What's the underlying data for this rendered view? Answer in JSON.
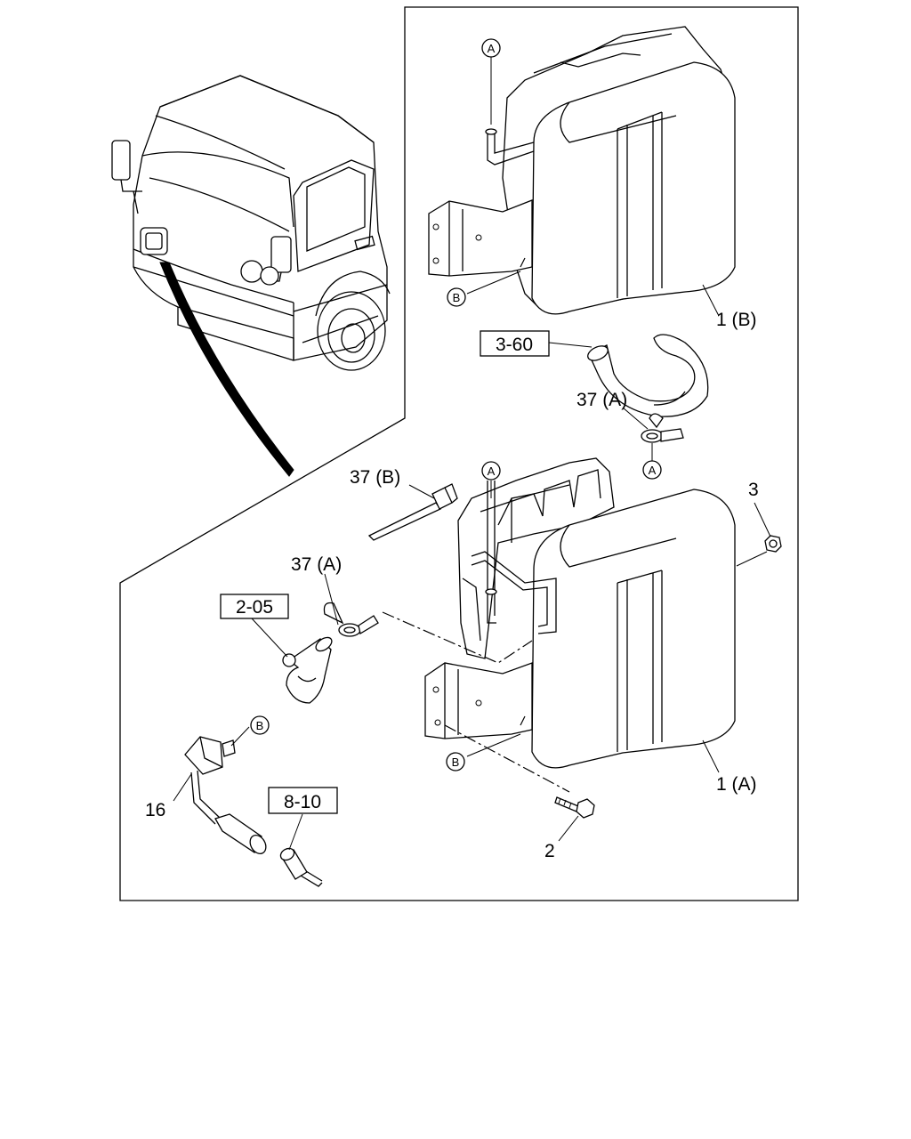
{
  "labels": {
    "part_1a": "1 (A)",
    "part_1b": "1 (B)",
    "part_2": "2",
    "part_3": "3",
    "part_16": "16",
    "part_37a_top": "37 (A)",
    "part_37a_left": "37 (A)",
    "part_37b": "37 (B)"
  },
  "refs": {
    "ref_3_60": "3-60",
    "ref_2_05": "2-05",
    "ref_8_10": "8-10"
  },
  "markers": {
    "a": "A",
    "b": "B"
  }
}
